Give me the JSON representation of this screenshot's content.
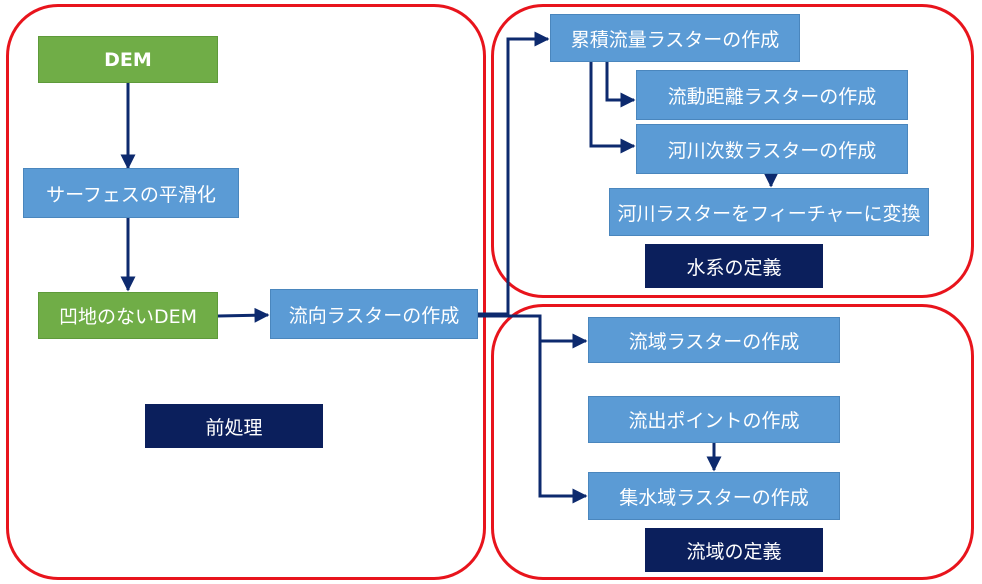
{
  "groups": {
    "preprocess": "前処理",
    "stream": "水系の定義",
    "watershed": "流域の定義"
  },
  "nodes": {
    "dem": "DEM",
    "smooth": "サーフェスの平滑化",
    "filled_dem": "凹地のないDEM",
    "flow_dir": "流向ラスターの作成",
    "flow_acc": "累積流量ラスターの作成",
    "flow_len": "流動距離ラスターの作成",
    "stream_order": "河川次数ラスターの作成",
    "stream_to_feature": "河川ラスターをフィーチャーに変換",
    "basin": "流域ラスターの作成",
    "pour_point": "流出ポイントの作成",
    "watershed": "集水域ラスターの作成"
  },
  "colors": {
    "group_border": "#e8141c",
    "process": "#5b9bd5",
    "data": "#70ad47",
    "label": "#0b1f5c",
    "arrow": "#0d2a6e"
  }
}
